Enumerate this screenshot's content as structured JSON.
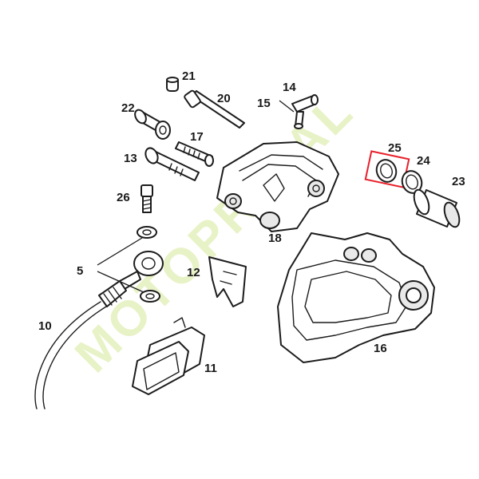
{
  "watermark": "MOTOPRIMAL",
  "accent_color": "#e8202a",
  "highlighted_part": "25",
  "labels": {
    "p5": "5",
    "p10": "10",
    "p11": "11",
    "p12": "12",
    "p13": "13",
    "p14": "14",
    "p15": "15",
    "p16": "16",
    "p17": "17",
    "p18": "18",
    "p20": "20",
    "p21": "21",
    "p22": "22",
    "p23": "23",
    "p24": "24",
    "p25": "25",
    "p26": "26"
  }
}
